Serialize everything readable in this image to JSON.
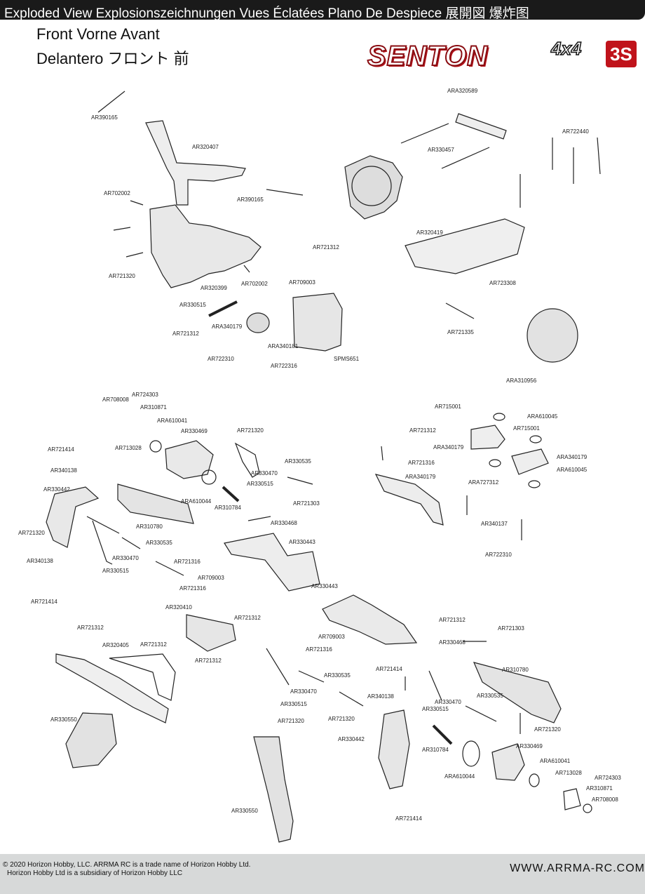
{
  "header": {
    "title": "Exploded View  Explosionszeichnungen  Vues Éclatées  Plano De Despiece 展開図  爆炸图",
    "line1": "Front     Vorne     Avant",
    "line2": "Delantero   フロント     前"
  },
  "logo": {
    "brand": "SENTON",
    "drive": "4x4",
    "badge": "3S"
  },
  "parts": [
    "AR390165",
    "AR320407",
    "AR390165",
    "AR702002",
    "AR721320",
    "AR320399",
    "AR702002",
    "AR721312",
    "AR709003",
    "AR330515",
    "ARA340179",
    "ARA340181",
    "AR721312",
    "AR722310",
    "AR722316",
    "SPMS651",
    "ARA320589",
    "AR330457",
    "AR722440",
    "AR320419",
    "AR723308",
    "AR721335",
    "ARA310956",
    "AR708008",
    "AR724303",
    "AR310871",
    "ARA610041",
    "AR713028",
    "AR330469",
    "AR721320",
    "AR721414",
    "AR340138",
    "AR330442",
    "AR721320",
    "AR340138",
    "AR721414",
    "AR310780",
    "ARA610044",
    "AR310784",
    "AR330535",
    "AR330470",
    "AR330515",
    "AR721303",
    "AR330468",
    "AR330443",
    "AR330535",
    "AR330470",
    "AR330515",
    "AR721316",
    "AR709003",
    "AR721316",
    "AR320410",
    "AR721312",
    "AR721312",
    "AR320405",
    "AR721312",
    "AR721312",
    "AR330550",
    "AR330443",
    "AR709003",
    "AR721316",
    "AR330535",
    "AR330470",
    "AR330515",
    "AR721320",
    "AR721320",
    "AR330442",
    "AR721414",
    "AR340138",
    "AR721414",
    "AR330550",
    "AR715001",
    "ARA610045",
    "AR721312",
    "AR715001",
    "ARA340179",
    "AR721316",
    "ARA340179",
    "ARA340179",
    "ARA610045",
    "ARA727312",
    "AR340137",
    "AR722310",
    "AR721312",
    "AR721303",
    "AR330468",
    "AR310780",
    "AR330470",
    "AR330535",
    "AR330515",
    "AR721320",
    "AR310784",
    "AR330469",
    "ARA610044",
    "ARA610041",
    "AR713028",
    "AR724303",
    "AR310871",
    "AR708008"
  ],
  "footer": {
    "copyright_line1": "© 2020  Horizon Hobby, LLC. ARRMA RC is a trade name of Horizon Hobby Ltd.",
    "copyright_line2": "Horizon Hobby Ltd is a subsidiary of Horizon Hobby LLC",
    "url": "WWW.ARRMA-RC.COM"
  }
}
